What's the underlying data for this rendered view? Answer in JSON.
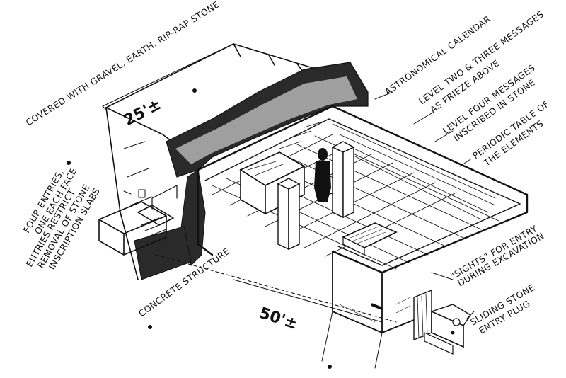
{
  "labels": {
    "covered": "COVERED WITH GRAVEL, EARTH, RIP-RAP STONE",
    "dim_width": "25'±",
    "dim_length": "50'±",
    "astro": "ASTRONOMICAL CALENDAR",
    "level_two_a": "LEVEL TWO & THREE MESSAGES",
    "level_two_b": "AS FRIEZE ABOVE",
    "level_four_a": "LEVEL FOUR MESSAGES",
    "level_four_b": "INSCRIBED IN STONE",
    "periodic_a": "PERIODIC TABLE OF",
    "periodic_b": "THE ELEMENTS",
    "four_entries_a": "FOUR ENTRIES,",
    "four_entries_b": "ONE EACH FACE",
    "restrict_a": "ENTRIES RESTRICT",
    "restrict_b": "REMOVAL OF STONE",
    "restrict_c": "INSCRIPTION SLABS",
    "concrete": "CONCRETE STRUCTURE",
    "sights_a": "\"SIGHTS\" FOR ENTRY",
    "sights_b": "DURING EXCAVATION",
    "sliding_a": "SLIDING STONE",
    "sliding_b": "ENTRY PLUG"
  },
  "colors": {
    "ink": "#111111",
    "paper": "#ffffff",
    "rubble": "#2a2a2a"
  }
}
